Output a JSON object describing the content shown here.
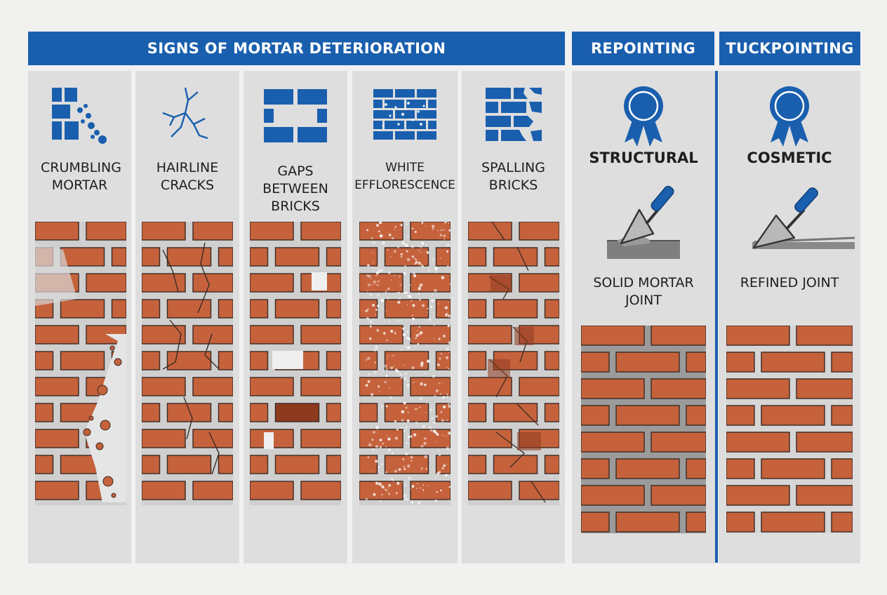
{
  "headers": {
    "signs": "SIGNS OF MORTAR DETERIORATION",
    "repointing": "REPOINTING",
    "tuckpointing": "TUCKPOINTING"
  },
  "signs": [
    {
      "id": "crumbling",
      "label": "CRUMBLING MORTAR",
      "icon": "crumbling-bricks-icon"
    },
    {
      "id": "hairline",
      "label": "HAIRLINE CRACKS",
      "icon": "crack-icon"
    },
    {
      "id": "gaps",
      "label": "GAPS BETWEEN BRICKS",
      "icon": "gap-bricks-icon"
    },
    {
      "id": "efflorescence",
      "label": "WHITE EFFLORESCENCE",
      "icon": "efflorescence-icon"
    },
    {
      "id": "spalling",
      "label": "SPALLING BRICKS",
      "icon": "spalling-bricks-icon"
    }
  ],
  "repointing": {
    "type": "STRUCTURAL",
    "caption": "SOLID MORTAR JOINT",
    "icon": "ribbon-award-icon"
  },
  "tuckpointing": {
    "type": "COSMETIC",
    "caption": "REFINED JOINT",
    "icon": "ribbon-award-icon"
  },
  "colors": {
    "blue": "#1a5fae",
    "brick": "#c5623c",
    "brick_dark": "#8e3a1f",
    "mortar": "#cfcfcf",
    "panel": "#dedede"
  }
}
